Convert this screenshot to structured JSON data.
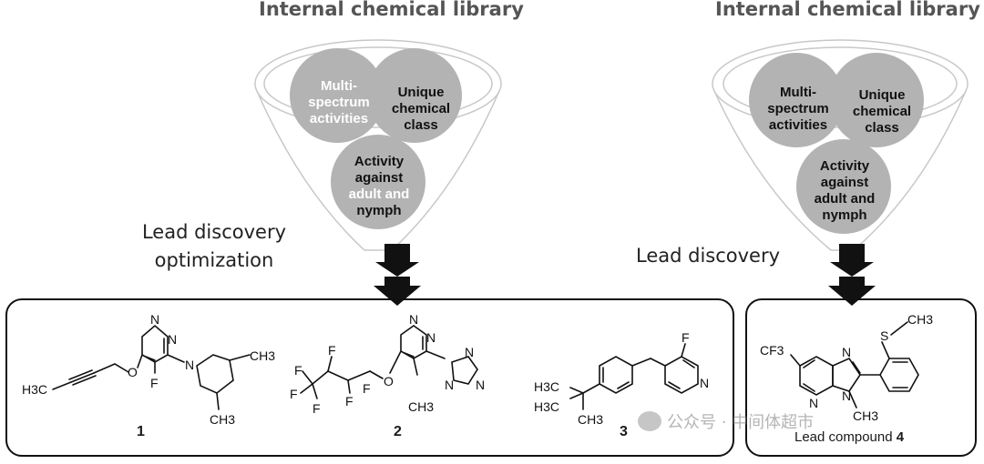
{
  "left": {
    "title": "Internal chemical library",
    "circles": {
      "multi_l1": "Multi-",
      "multi_l2": "spectrum",
      "multi_l3": "activities",
      "unique_l1": "Unique",
      "unique_l2": "chemical",
      "unique_l3": "class",
      "activity_l1": "Activity",
      "activity_l2": "against",
      "activity_l3": "adult and",
      "activity_l4": "nymph"
    },
    "stage_l1": "Lead discovery",
    "stage_l2": "optimization",
    "compounds": [
      "1",
      "2",
      "3"
    ]
  },
  "right": {
    "title": "Internal chemical library",
    "circles": {
      "multi_l1": "Multi-",
      "multi_l2": "spectrum",
      "multi_l3": "activities",
      "unique_l1": "Unique",
      "unique_l2": "chemical",
      "unique_l3": "class",
      "activity_l1": "Activity",
      "activity_l2": "against",
      "activity_l3": "adult and",
      "activity_l4": "nymph"
    },
    "stage": "Lead discovery",
    "compound_label": "Lead compound",
    "compound_number": "4"
  },
  "atoms": {
    "N": "N",
    "F": "F",
    "O": "O",
    "S": "S",
    "CH3": "CH3",
    "H3C": "H3C",
    "CF3": "CF3"
  },
  "watermark": "公众号 · 中间体超市",
  "colors": {
    "circle": "#b3b3b3",
    "funnel_edge": "#c8c8c8",
    "arrow": "#111111",
    "title": "#555555"
  }
}
